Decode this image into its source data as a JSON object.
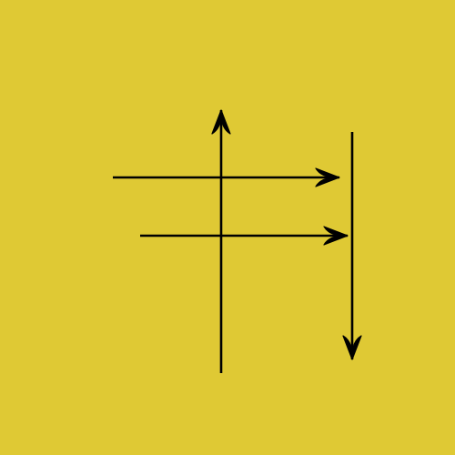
{
  "colors": {
    "background": "#DFC934",
    "stroke": "#000000"
  },
  "arrows": [
    {
      "name": "vertical-up-arrow",
      "direction": "up"
    },
    {
      "name": "horizontal-right-arrow-upper",
      "direction": "right"
    },
    {
      "name": "horizontal-right-arrow-lower",
      "direction": "right"
    },
    {
      "name": "vertical-down-arrow",
      "direction": "down"
    }
  ]
}
